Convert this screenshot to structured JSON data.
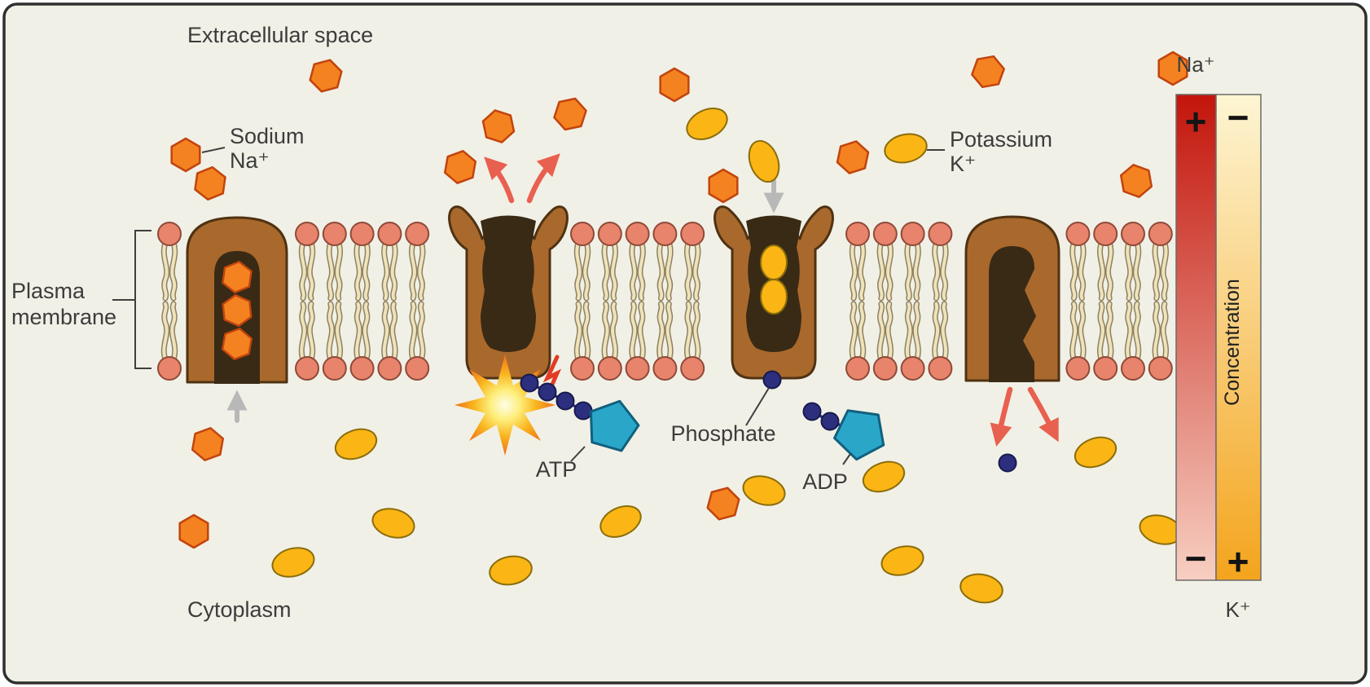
{
  "labels": {
    "extracellular": "Extracellular space",
    "cytoplasm": "Cytoplasm",
    "plasma_membrane_line1": "Plasma",
    "plasma_membrane_line2": "membrane",
    "sodium_name": "Sodium",
    "sodium_symbol": "Na⁺",
    "potassium_name": "Potassium",
    "potassium_symbol": "K⁺",
    "atp": "ATP",
    "adp": "ADP",
    "phosphate": "Phosphate"
  },
  "gradient_panel": {
    "na_label": "Na⁺",
    "k_label": "K⁺",
    "concentration": "Concentration",
    "na_bar": {
      "top_sign": "+",
      "bottom_sign": "−",
      "top_color": "#c3150b",
      "bottom_color": "#f7cfc2"
    },
    "k_bar": {
      "top_sign": "−",
      "bottom_sign": "+",
      "top_color": "#fdf5d3",
      "bottom_color": "#f4a41d"
    }
  },
  "molecules": {
    "sodium_ion": {
      "shape": "hexagon",
      "color": "#f58220"
    },
    "potassium_ion": {
      "shape": "oval",
      "color": "#fbb615"
    },
    "phosphate_group": {
      "shape": "circle",
      "color": "#2c2f7e"
    },
    "nucleotide": {
      "shape": "pentagon",
      "color": "#2aa6c9"
    }
  },
  "colors": {
    "background": "#f1f0e6",
    "border": "#2f2f2f",
    "lipid_head": "#e8836c",
    "lipid_tail": "#efe3bb",
    "protein": "#a9692c",
    "protein_cavity": "#392a15",
    "arrow_red": "#e8604f",
    "arrow_gray": "#b8b8b8"
  }
}
